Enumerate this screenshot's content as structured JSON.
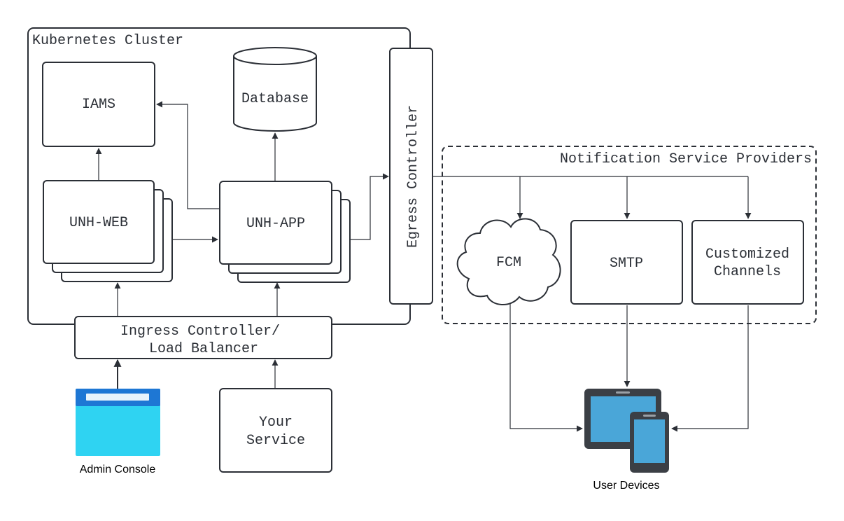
{
  "diagram": {
    "cluster_label": "Kubernetes Cluster",
    "iams": "IAMS",
    "database": "Database",
    "unh_web": "UNH-WEB",
    "unh_app": "UNH-APP",
    "egress": "Egress Controller",
    "ingress_line1": "Ingress Controller/",
    "ingress_line2": "Load Balancer",
    "providers_label": "Notification Service Providers",
    "fcm": "FCM",
    "smtp": "SMTP",
    "custom_line1": "Customized",
    "custom_line2": "Channels",
    "your_service_line1": "Your",
    "your_service_line2": "Service",
    "admin_console": "Admin Console",
    "user_devices": "User Devices"
  },
  "colors": {
    "stroke": "#2b2f36",
    "console_top": "#1e77d4",
    "console_body": "#2fd3f2",
    "device_frame": "#3b3f45",
    "device_screen": "#4aa6d8"
  },
  "icons": {
    "admin_console": "browser-window-icon",
    "user_devices": "tablet-phone-icon"
  }
}
